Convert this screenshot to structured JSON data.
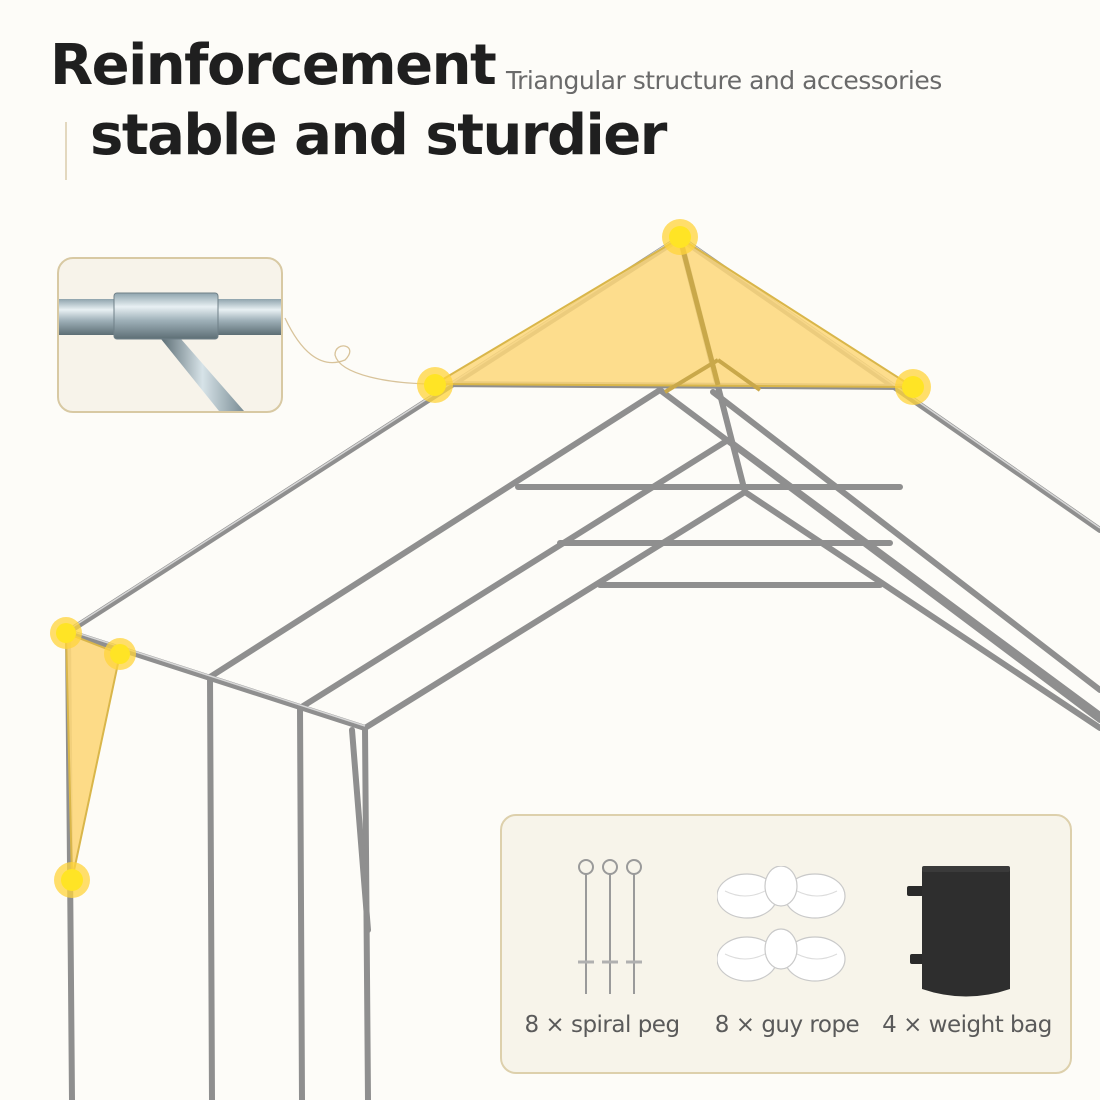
{
  "header": {
    "title_line1": "Reinforcement",
    "title_line2": "stable and sturdier",
    "subtitle": "Triangular structure and accessories"
  },
  "colors": {
    "background": "#fdfcf8",
    "accent_yellow": "#ffd43b",
    "highlight_fill": "#fdd77a",
    "frame_steel": "#9a9a9a",
    "box_border": "#ddd0ac",
    "box_fill": "#f7f4ea"
  },
  "inset": {
    "icon": "pipe-connector-closeup"
  },
  "accessories": {
    "items": [
      {
        "icon": "spiral-peg-icon",
        "label": "8 × spiral peg"
      },
      {
        "icon": "guy-rope-icon",
        "label": "8 × guy rope"
      },
      {
        "icon": "weight-bag-icon",
        "label": "4 × weight bag"
      }
    ]
  }
}
